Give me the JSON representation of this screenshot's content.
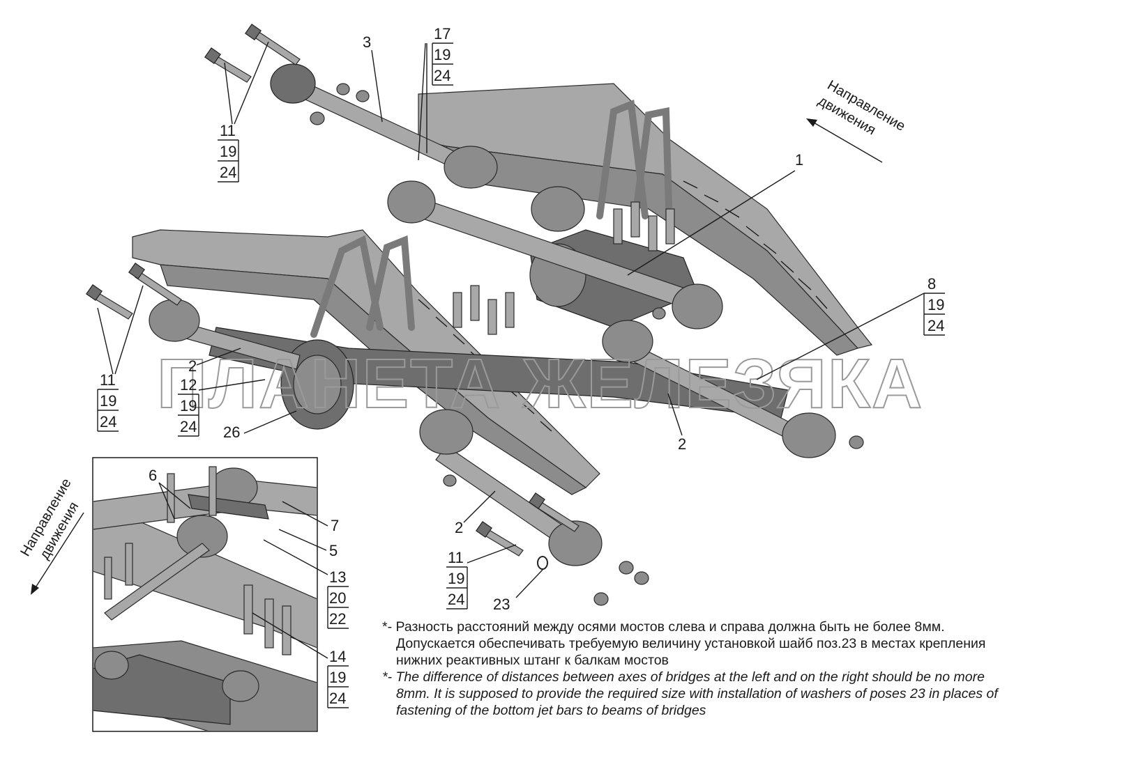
{
  "direction_label": {
    "line1": "Направление",
    "line2": "движения"
  },
  "watermark": "ПЛАНЕТА ЖЕЛЕЗЯКА",
  "callouts": {
    "c3": "3",
    "c17": [
      "17",
      "19",
      "24"
    ],
    "c11_top": [
      "11",
      "19",
      "24"
    ],
    "c1": "1",
    "c8": [
      "8",
      "19",
      "24"
    ],
    "c11_left": [
      "11",
      "19",
      "24"
    ],
    "c2_left": "2",
    "c12": [
      "12",
      "19",
      "24"
    ],
    "c26": "26",
    "c2_right": "2",
    "c2_bottom": "2",
    "c11_bottom": [
      "11",
      "19",
      "24"
    ],
    "c23": "23",
    "inset_6": "6",
    "inset_7": "7",
    "inset_5": "5",
    "inset_13": [
      "13",
      "20",
      "22"
    ],
    "inset_14": [
      "14",
      "19",
      "24"
    ]
  },
  "note": {
    "ru_line1": "*-  Разность расстояний между осями мостов слева и справа должна быть не более 8мм.",
    "ru_line2": "Допускается обеспечивать требуемую величину установкой шайб поз.23  в местах крепления",
    "ru_line3": "нижних реактивных штанг к балкам  мостов",
    "en_line1": "*- The difference of distances between axes of bridges at the left and on the right should be no more",
    "en_line2": "8mm. It is supposed to provide the required size with installation of washers of poses 23 in places of",
    "en_line3": "fastening of the bottom jet bars to beams of bridges"
  }
}
